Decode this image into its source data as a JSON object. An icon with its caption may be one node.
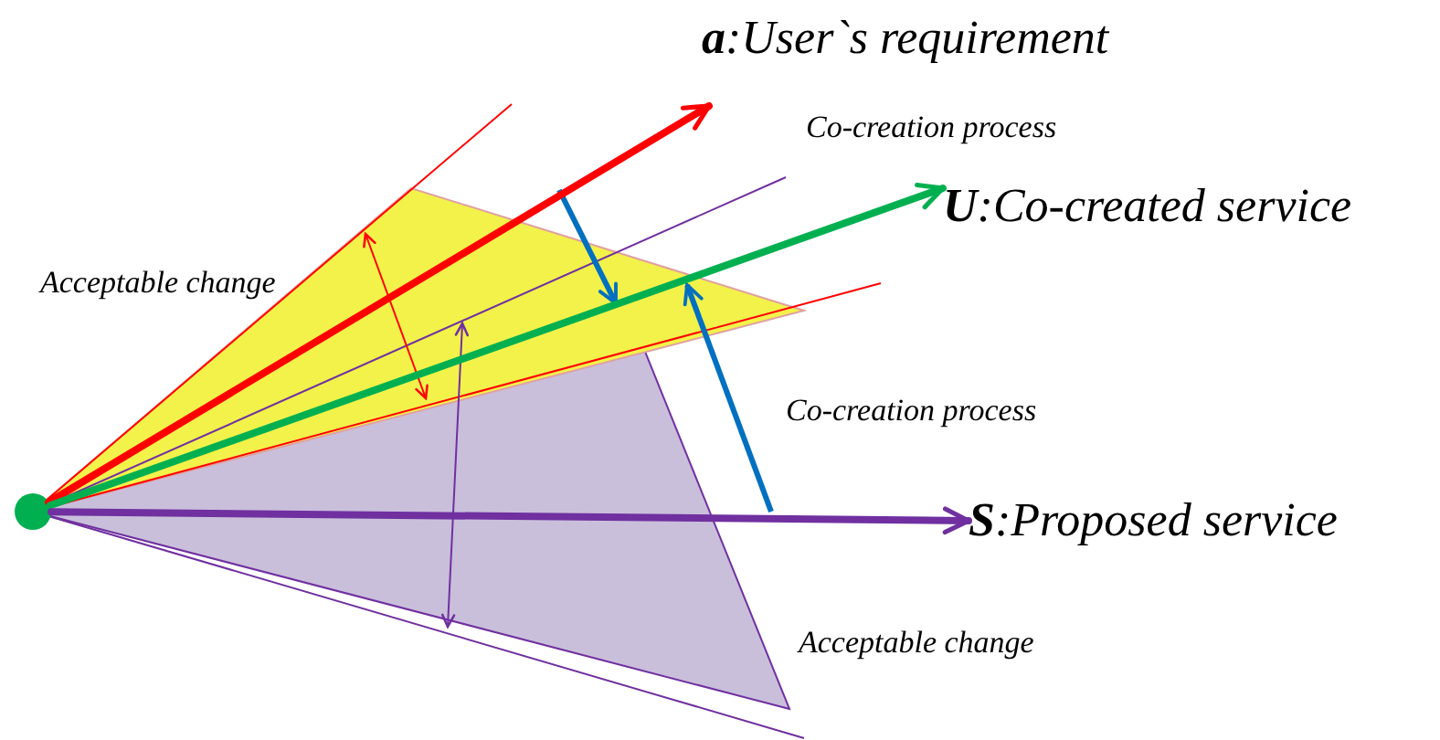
{
  "diagram": {
    "nodes": [
      {
        "text": [],
        "shape": "circle"
      },
      {
        "text": [
          "**a**:User`s requirement"
        ]
      },
      {
        "text": [
          "**U**:Co-created service"
        ]
      },
      {
        "text": [
          "**S**:Proposed service"
        ]
      }
    ],
    "edges": [
      {
        "from": 0,
        "to": 1,
        "arrow": "to",
        "color": "#ff0000"
      },
      {
        "from": 0,
        "to": 2,
        "arrow": "to",
        "color": "#00b050"
      },
      {
        "from": 0,
        "to": 3,
        "arrow": "to",
        "color": "#7030a0"
      }
    ],
    "labels": [
      "Co-creation process",
      "Acceptable change",
      "Co-creation process",
      "Acceptable change"
    ]
  }
}
